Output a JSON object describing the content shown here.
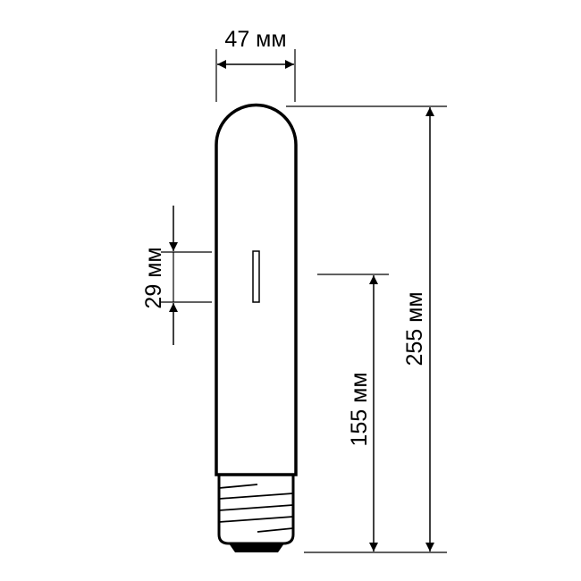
{
  "dimensions": {
    "diameter": "47 мм",
    "total_length": "255 мм",
    "light_center_length": "155 мм",
    "arc_length": "29 мм"
  },
  "colors": {
    "line": "#000000",
    "background": "#ffffff"
  }
}
